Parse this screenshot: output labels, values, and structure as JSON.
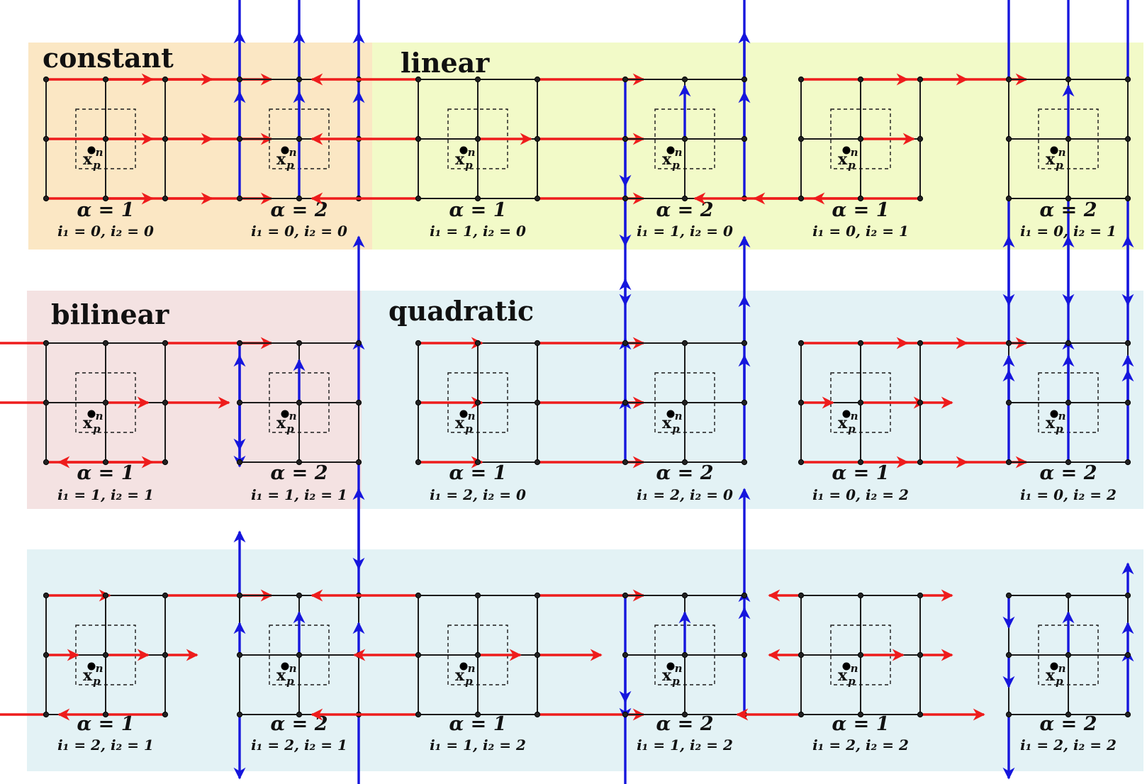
{
  "colors": {
    "constant_bg": "#fbe7c4",
    "linear_bg": "#f2fac8",
    "bilinear_bg": "#f4e2e2",
    "quadratic_bg": "#e3f2f5",
    "row3_bg": "#e3f2f5",
    "arrow_x": "#ee1c1c",
    "arrow_y": "#1616dd",
    "grid": "#1a1a1a"
  },
  "regions": [
    {
      "id": "constant",
      "label": "constant"
    },
    {
      "id": "linear",
      "label": "linear"
    },
    {
      "id": "bilinear",
      "label": "bilinear"
    },
    {
      "id": "quadratic",
      "label": "quadratic"
    },
    {
      "id": "row3",
      "label": ""
    }
  ],
  "point_label": {
    "base": "x",
    "sub": "p",
    "sup": "n"
  },
  "panels": [
    {
      "alpha": "α = 1",
      "indices": "i₁ = 0, i₂ = 0",
      "dir": "x",
      "arrows": [
        [
          1,
          1,
          0
        ],
        [
          1,
          1,
          1
        ],
        [
          1,
          1,
          2
        ],
        [
          1,
          1,
          3
        ],
        [
          1,
          1,
          4
        ],
        [
          1,
          1,
          5
        ],
        [
          1,
          1,
          6
        ],
        [
          1,
          1,
          7
        ],
        [
          1,
          1,
          8
        ]
      ]
    },
    {
      "alpha": "α = 2",
      "indices": "i₁ = 0, i₂ = 0",
      "dir": "y",
      "arrows": [
        [
          1,
          1,
          0
        ],
        [
          1,
          1,
          1
        ],
        [
          1,
          1,
          2
        ],
        [
          1,
          1,
          3
        ],
        [
          1,
          1,
          4
        ],
        [
          1,
          1,
          5
        ],
        [
          1,
          1,
          6
        ],
        [
          1,
          1,
          7
        ],
        [
          1,
          1,
          8
        ]
      ]
    },
    {
      "alpha": "α = 1",
      "indices": "i₁ = 1, i₂ = 0",
      "dir": "x",
      "arrows": [
        [
          1,
          -1,
          0
        ],
        [
          1,
          1,
          2
        ],
        [
          1,
          -1,
          3
        ],
        [
          1,
          1,
          5
        ],
        [
          1,
          -1,
          6
        ],
        [
          1,
          1,
          8
        ],
        [
          0.5,
          1,
          4
        ]
      ]
    },
    {
      "alpha": "α = 2",
      "indices": "i₁ = 1, i₂ = 0",
      "dir": "y",
      "arrows": [
        [
          1,
          -1,
          0
        ],
        [
          1,
          1,
          2
        ],
        [
          1,
          -1,
          3
        ],
        [
          1,
          1,
          5
        ],
        [
          1,
          -1,
          6
        ],
        [
          1,
          1,
          8
        ],
        [
          0.5,
          1,
          4
        ]
      ]
    },
    {
      "alpha": "α = 1",
      "indices": "i₁ = 0, i₂ = 1",
      "dir": "x",
      "arrows": [
        [
          1,
          1,
          0
        ],
        [
          1,
          1,
          1
        ],
        [
          1,
          1,
          2
        ],
        [
          1,
          -1,
          6
        ],
        [
          1,
          -1,
          7
        ],
        [
          1,
          -1,
          8
        ],
        [
          0.5,
          1,
          4
        ]
      ]
    },
    {
      "alpha": "α = 2",
      "indices": "i₁ = 0, i₂ = 1",
      "dir": "y",
      "arrows": [
        [
          1,
          1,
          0
        ],
        [
          1,
          1,
          1
        ],
        [
          1,
          1,
          2
        ],
        [
          1,
          -1,
          6
        ],
        [
          1,
          -1,
          7
        ],
        [
          1,
          -1,
          8
        ],
        [
          0.5,
          1,
          4
        ]
      ]
    },
    {
      "alpha": "α = 1",
      "indices": "i₁ = 1, i₂ = 1",
      "dir": "x",
      "arrows": [
        [
          1,
          -1,
          0
        ],
        [
          1,
          1,
          2
        ],
        [
          0.6,
          -1,
          3
        ],
        [
          0.6,
          1,
          5
        ],
        [
          1,
          1,
          6
        ],
        [
          1,
          -1,
          8
        ],
        [
          0.4,
          1,
          4
        ]
      ]
    },
    {
      "alpha": "α = 2",
      "indices": "i₁ = 1, i₂ = 1",
      "dir": "y",
      "arrows": [
        [
          1,
          -1,
          0
        ],
        [
          1,
          1,
          2
        ],
        [
          0.6,
          -1,
          3
        ],
        [
          0.6,
          1,
          5
        ],
        [
          1,
          1,
          6
        ],
        [
          1,
          -1,
          8
        ],
        [
          0.4,
          1,
          4
        ]
      ]
    },
    {
      "alpha": "α = 1",
      "indices": "i₁ = 2, i₂ = 0",
      "dir": "x",
      "arrows": [
        [
          0.6,
          1,
          0
        ],
        [
          1,
          1,
          2
        ],
        [
          0.6,
          1,
          3
        ],
        [
          1,
          1,
          5
        ],
        [
          0.6,
          1,
          6
        ],
        [
          1,
          1,
          8
        ]
      ]
    },
    {
      "alpha": "α = 2",
      "indices": "i₁ = 2, i₂ = 0",
      "dir": "y",
      "arrows": [
        [
          0.6,
          1,
          0
        ],
        [
          1,
          1,
          2
        ],
        [
          0.6,
          1,
          3
        ],
        [
          1,
          1,
          5
        ],
        [
          0.6,
          1,
          6
        ],
        [
          1,
          1,
          8
        ]
      ]
    },
    {
      "alpha": "α = 1",
      "indices": "i₁ = 0, i₂ = 2",
      "dir": "x",
      "arrows": [
        [
          1,
          1,
          0
        ],
        [
          1,
          1,
          1
        ],
        [
          1,
          1,
          2
        ],
        [
          0.3,
          1,
          3
        ],
        [
          0.6,
          1,
          4
        ],
        [
          0.3,
          1,
          5
        ],
        [
          1,
          1,
          6
        ],
        [
          1,
          1,
          7
        ],
        [
          1,
          1,
          8
        ]
      ]
    },
    {
      "alpha": "α = 2",
      "indices": "i₁ = 0, i₂ = 2",
      "dir": "y",
      "arrows": [
        [
          1,
          1,
          0
        ],
        [
          1,
          1,
          1
        ],
        [
          1,
          1,
          2
        ],
        [
          0.3,
          1,
          3
        ],
        [
          0.6,
          1,
          4
        ],
        [
          0.3,
          1,
          5
        ],
        [
          1,
          1,
          6
        ],
        [
          1,
          1,
          7
        ],
        [
          1,
          1,
          8
        ]
      ]
    },
    {
      "alpha": "α = 1",
      "indices": "i₁ = 2, i₂ = 1",
      "dir": "x",
      "arrows": [
        [
          0.6,
          1,
          0
        ],
        [
          1,
          1,
          2
        ],
        [
          0.3,
          1,
          3
        ],
        [
          0.3,
          1,
          5
        ],
        [
          0.6,
          -1,
          6
        ],
        [
          1,
          -1,
          8
        ],
        [
          0.4,
          1,
          4
        ]
      ]
    },
    {
      "alpha": "α = 2",
      "indices": "i₁ = 2, i₂ = 1",
      "dir": "y",
      "arrows": [
        [
          0.6,
          1,
          0
        ],
        [
          1,
          1,
          2
        ],
        [
          0.3,
          1,
          3
        ],
        [
          0.3,
          1,
          5
        ],
        [
          0.6,
          -1,
          6
        ],
        [
          1,
          -1,
          8
        ],
        [
          0.4,
          1,
          4
        ]
      ]
    },
    {
      "alpha": "α = 1",
      "indices": "i₁ = 1, i₂ = 2",
      "dir": "x",
      "arrows": [
        [
          1,
          -1,
          0
        ],
        [
          1,
          1,
          2
        ],
        [
          0.6,
          -1,
          3
        ],
        [
          0.6,
          1,
          5
        ],
        [
          1,
          -1,
          6
        ],
        [
          1,
          1,
          8
        ],
        [
          0.4,
          1,
          4
        ]
      ]
    },
    {
      "alpha": "α = 2",
      "indices": "i₁ = 1, i₂ = 2",
      "dir": "y",
      "arrows": [
        [
          1,
          -1,
          0
        ],
        [
          1,
          1,
          2
        ],
        [
          0.6,
          -1,
          3
        ],
        [
          0.6,
          1,
          5
        ],
        [
          1,
          -1,
          6
        ],
        [
          1,
          1,
          8
        ],
        [
          0.4,
          1,
          4
        ]
      ]
    },
    {
      "alpha": "α = 1",
      "indices": "i₁ = 2, i₂ = 2",
      "dir": "x",
      "arrows": [
        [
          0.3,
          -1,
          0
        ],
        [
          0.3,
          1,
          2
        ],
        [
          0.3,
          -1,
          3
        ],
        [
          0.3,
          1,
          5
        ],
        [
          0.6,
          -1,
          6
        ],
        [
          0.6,
          1,
          8
        ],
        [
          0.4,
          1,
          4
        ]
      ]
    },
    {
      "alpha": "α = 2",
      "indices": "i₁ = 2, i₂ = 2",
      "dir": "y",
      "arrows": [
        [
          0.3,
          -1,
          0
        ],
        [
          0.3,
          1,
          2
        ],
        [
          0.3,
          -1,
          3
        ],
        [
          0.3,
          1,
          5
        ],
        [
          0.6,
          -1,
          6
        ],
        [
          0.6,
          1,
          8
        ],
        [
          0.4,
          1,
          4
        ]
      ]
    }
  ]
}
